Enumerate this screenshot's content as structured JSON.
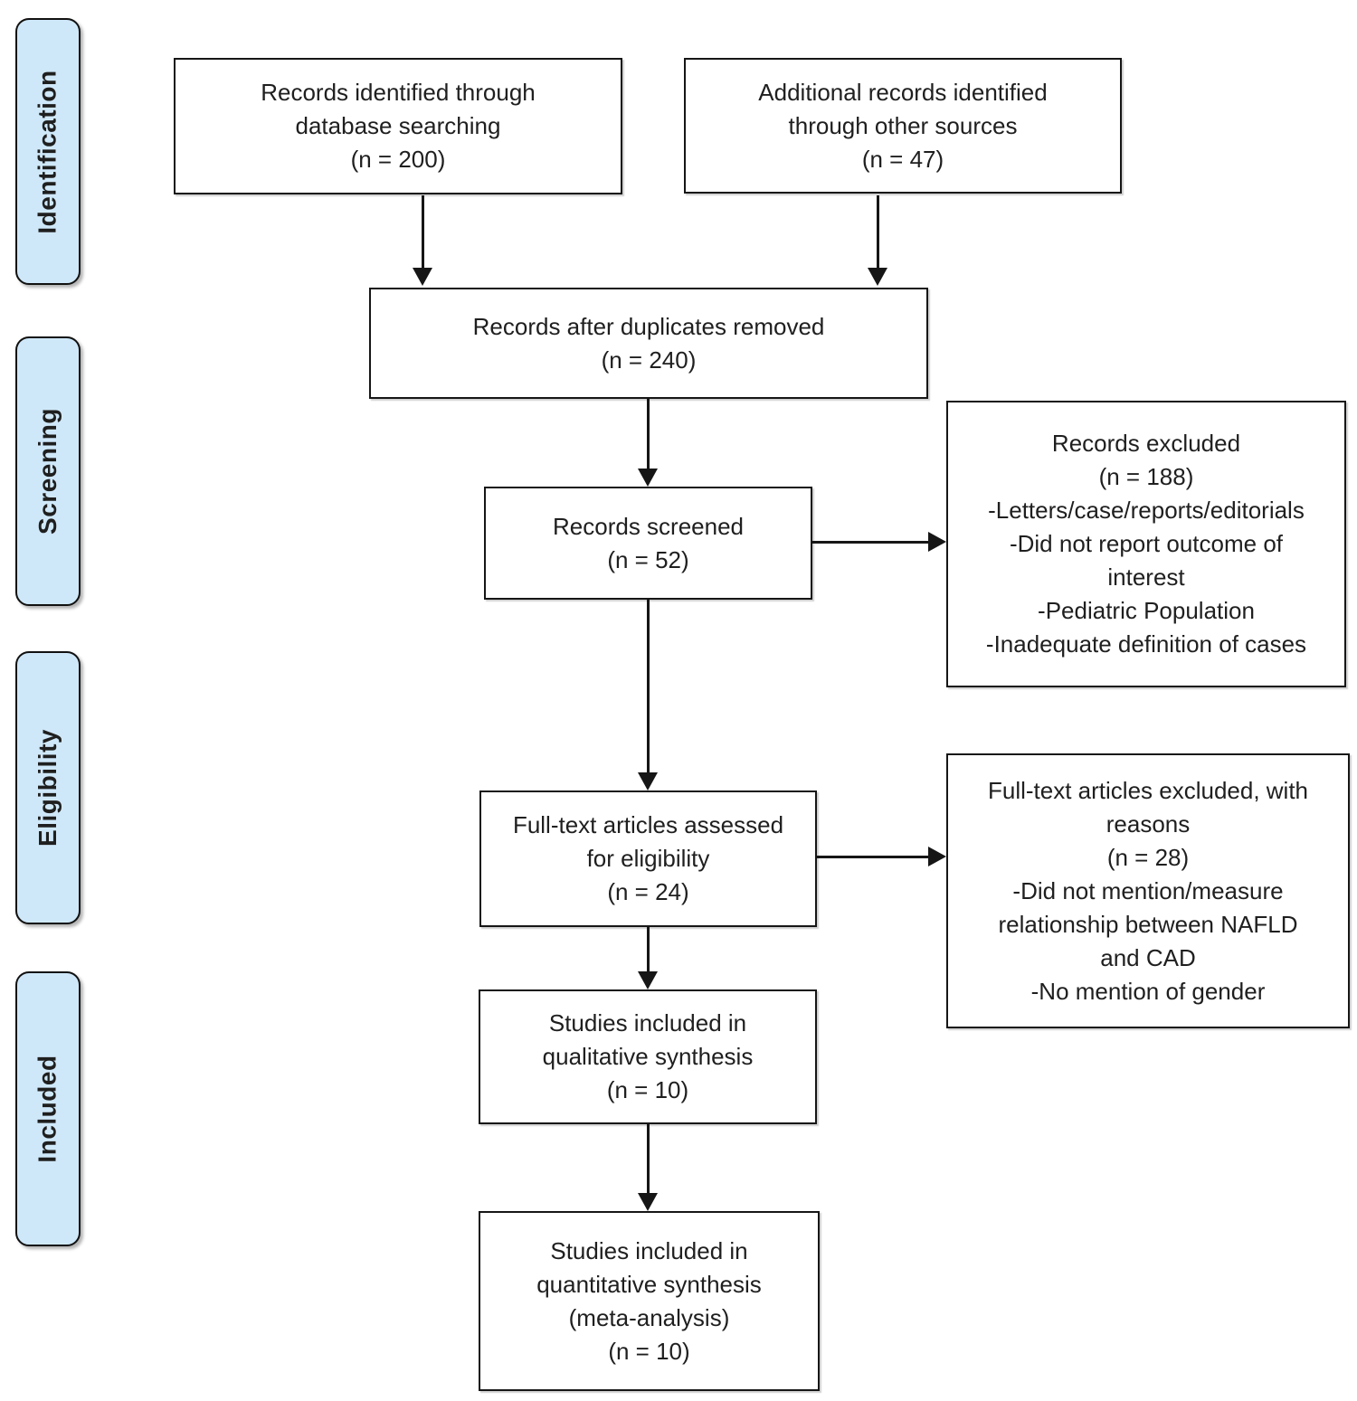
{
  "stages": [
    {
      "label": "Identification"
    },
    {
      "label": "Screening"
    },
    {
      "label": "Eligibility"
    },
    {
      "label": "Included"
    }
  ],
  "boxes": {
    "identified": {
      "text": "Records identified through\ndatabase searching\n(n = 200)"
    },
    "additional": {
      "text": "Additional records identified\nthrough other sources\n(n = 47)"
    },
    "duplicates": {
      "text": "Records after duplicates removed\n(n = 240)"
    },
    "screened": {
      "text": "Records screened\n(n = 52)"
    },
    "records_excluded": {
      "text": "Records excluded\n(n = 188)\n-Letters/case/reports/editorials\n-Did not report outcome of\ninterest\n-Pediatric Population\n-Inadequate definition of cases"
    },
    "fulltext_assessed": {
      "text": "Full-text articles assessed\nfor eligibility\n(n = 24)"
    },
    "fulltext_excluded": {
      "text": "Full-text articles excluded, with\nreasons\n(n = 28)\n-Did not mention/measure\nrelationship between NAFLD\nand CAD\n-No mention of gender"
    },
    "qualitative": {
      "text": "Studies included in\nqualitative synthesis\n(n = 10)"
    },
    "quantitative": {
      "text": "Studies included in\nquantitative synthesis\n(meta-analysis)\n(n = 10)"
    }
  },
  "colors": {
    "stage_fill": "#cfe8f9",
    "line": "#161616",
    "text": "#1f1f1f"
  }
}
